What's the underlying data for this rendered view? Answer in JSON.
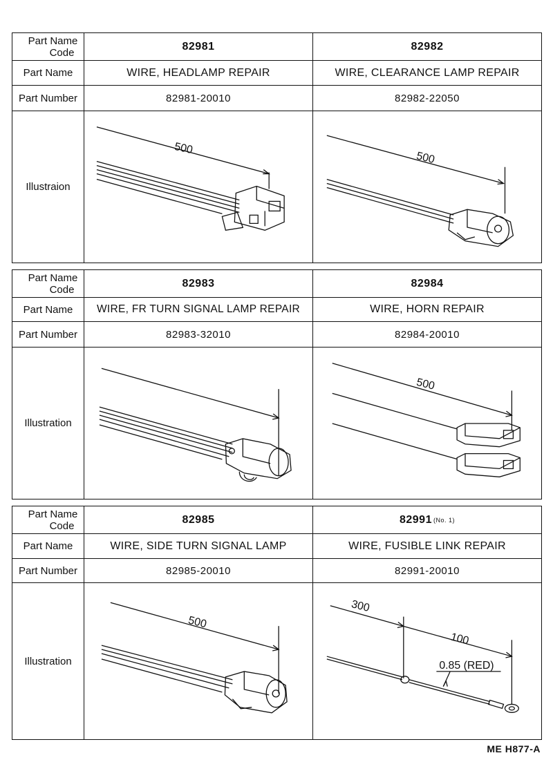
{
  "labels": {
    "code": [
      "Part Name",
      "Code"
    ],
    "part_name": "Part Name",
    "part_number": "Part Number"
  },
  "tables": [
    {
      "illustration_label": "Illustraion",
      "parts": [
        {
          "code": "82981",
          "name": "WIRE, HEADLAMP REPAIR",
          "number": "82981-20010",
          "dims": [
            "500"
          ]
        },
        {
          "code": "82982",
          "name": "WIRE, CLEARANCE LAMP REPAIR",
          "number": "82982-22050",
          "dims": [
            "500"
          ]
        }
      ]
    },
    {
      "illustration_label": "Illustration",
      "parts": [
        {
          "code": "82983",
          "name": "WIRE, FR TURN SIGNAL LAMP REPAIR",
          "number": "82983-32010",
          "dims": []
        },
        {
          "code": "82984",
          "name": "WIRE, HORN REPAIR",
          "number": "82984-20010",
          "dims": [
            "500"
          ]
        }
      ]
    },
    {
      "illustration_label": "Illustration",
      "parts": [
        {
          "code": "82985",
          "name": "WIRE, SIDE TURN SIGNAL LAMP",
          "number": "82985-20010",
          "dims": [
            "500"
          ]
        },
        {
          "code": "82991",
          "code_note": "(No. 1)",
          "name": "WIRE, FUSIBLE LINK REPAIR",
          "number": "82991-20010",
          "dims": [
            "300",
            "100",
            "0.85 (RED)"
          ]
        }
      ]
    }
  ],
  "footer": "ME H877-A"
}
